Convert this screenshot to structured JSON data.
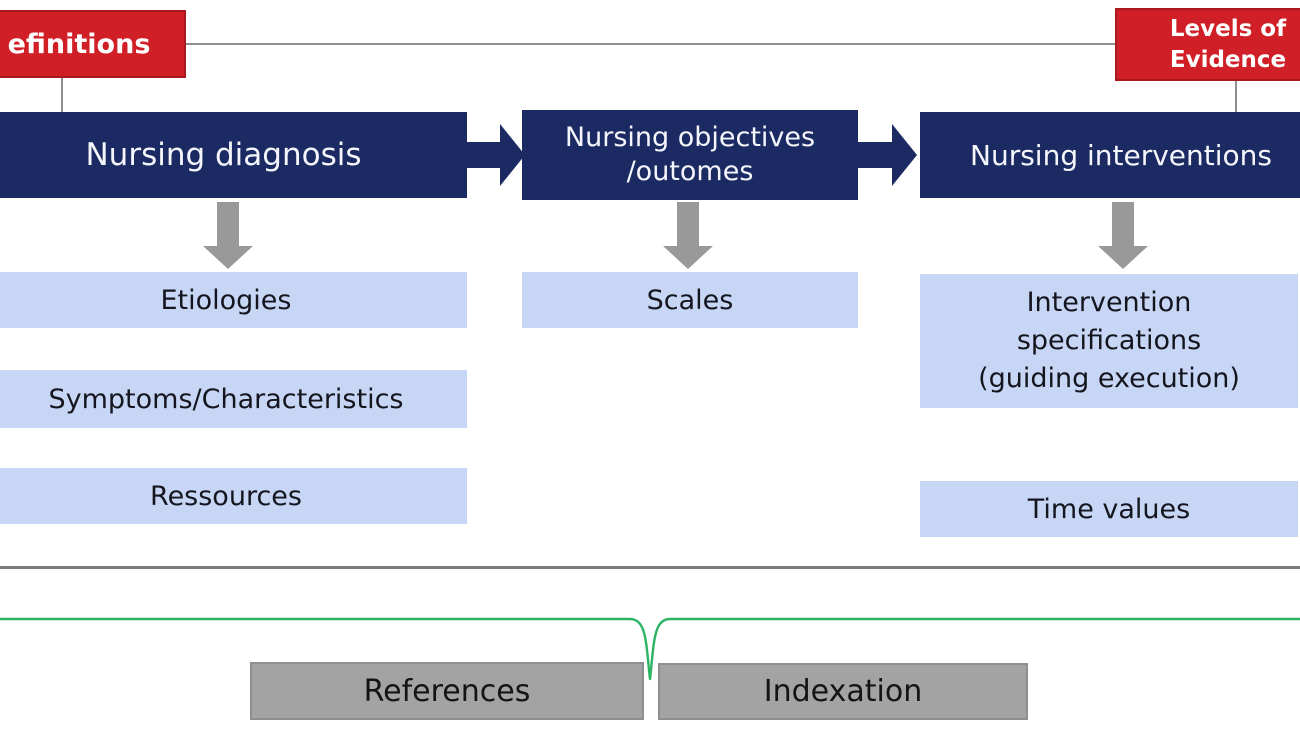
{
  "colors": {
    "navy": "#1b2a63",
    "red": "#d01f27",
    "redborder": "#a81a20",
    "lightblue": "#c7d6f4",
    "graybox": "#a3a3a3",
    "grayboxborder": "#8e8e8e",
    "arrowgray": "#999999",
    "linegray": "#8f8f8f",
    "divider": "#7a7a7a",
    "green": "#2eb363",
    "darktext": "#15151f"
  },
  "annotations": {
    "definitions_label": "efinitions",
    "levels_of_evidence": {
      "line1": "Levels of",
      "line2": "Evidence"
    }
  },
  "flow": {
    "stages": [
      {
        "name": "nursing-diagnosis",
        "lines": [
          "Nursing diagnosis"
        ]
      },
      {
        "name": "nursing-objectives-outcomes",
        "lines": [
          "Nursing objectives",
          "/outomes"
        ]
      },
      {
        "name": "nursing-interventions",
        "lines": [
          "Nursing interventions"
        ]
      }
    ]
  },
  "details": {
    "diagnosis": [
      "Etiologies",
      "Symptoms/Characteristics",
      "Ressources"
    ],
    "objectives": [
      "Scales"
    ],
    "interventions": {
      "specifications_lines": [
        "Intervention",
        "specifications",
        "(guiding execution)"
      ],
      "time_values": "Time values"
    }
  },
  "bottom": {
    "references_label": "References",
    "indexation_label": "Indexation"
  }
}
